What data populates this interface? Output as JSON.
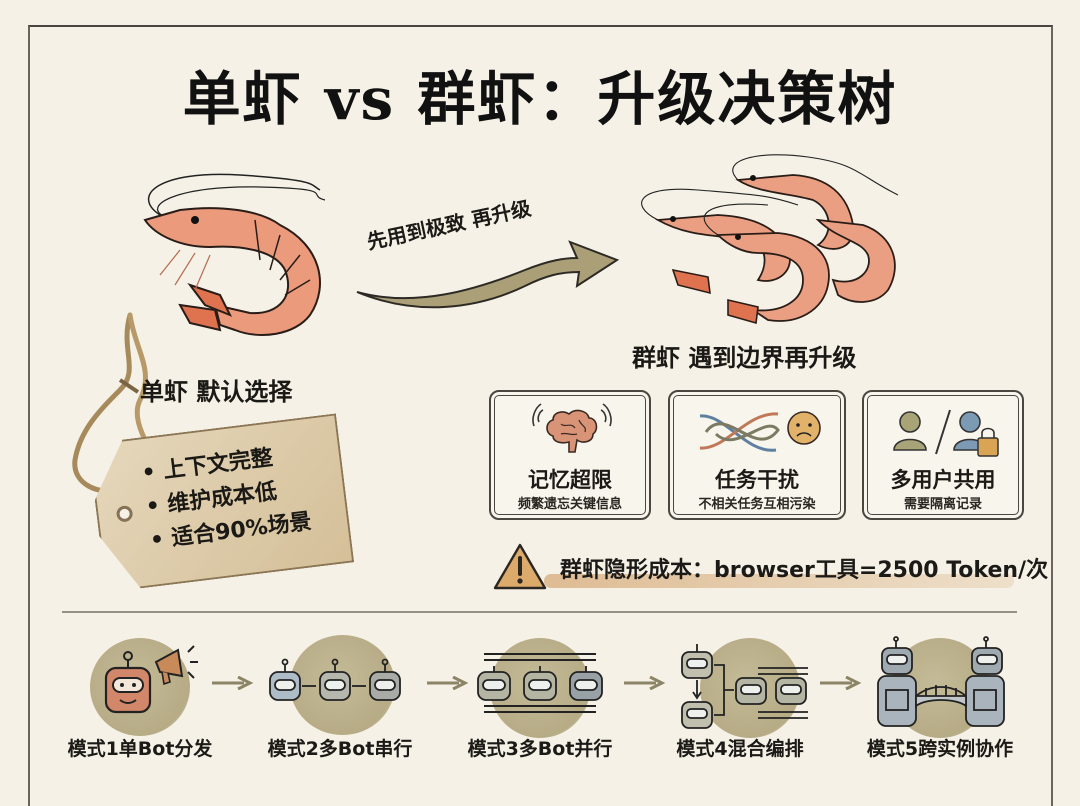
{
  "title": "单虾 vs 群虾：升级决策树",
  "single": {
    "heading": "单虾 默认选择",
    "benefits": [
      "上下文完整",
      "维护成本低",
      "适合90%场景"
    ]
  },
  "arrow_label": "先用到极致 再升级",
  "group": {
    "heading": "群虾 遇到边界再升级",
    "cards": [
      {
        "icon": "brain-icon",
        "title": "记忆超限",
        "subtitle": "频繁遗忘关键信息"
      },
      {
        "icon": "tangled-lines-icon",
        "title": "任务干扰",
        "subtitle": "不相关任务互相污染"
      },
      {
        "icon": "users-lock-icon",
        "title": "多用户共用",
        "subtitle": "需要隔离记录"
      }
    ]
  },
  "warning": {
    "icon": "warning-icon",
    "text": "群虾隐形成本：browser工具=2500 Token/次"
  },
  "modes": [
    {
      "label": "模式1单Bot分发",
      "icon": "bot-megaphone-icon"
    },
    {
      "label": "模式2多Bot串行",
      "icon": "bots-serial-icon"
    },
    {
      "label": "模式3多Bot并行",
      "icon": "bots-parallel-icon"
    },
    {
      "label": "模式4混合编排",
      "icon": "bots-hybrid-icon"
    },
    {
      "label": "模式5跨实例协作",
      "icon": "bots-bridge-icon"
    }
  ],
  "colors": {
    "background": "#f5f1e6",
    "shrimp": "#e8886a",
    "arrow": "#a89c74",
    "tag": "#dccaa8",
    "blob": "#b6ab85",
    "warning_fill": "#d9a86a"
  }
}
